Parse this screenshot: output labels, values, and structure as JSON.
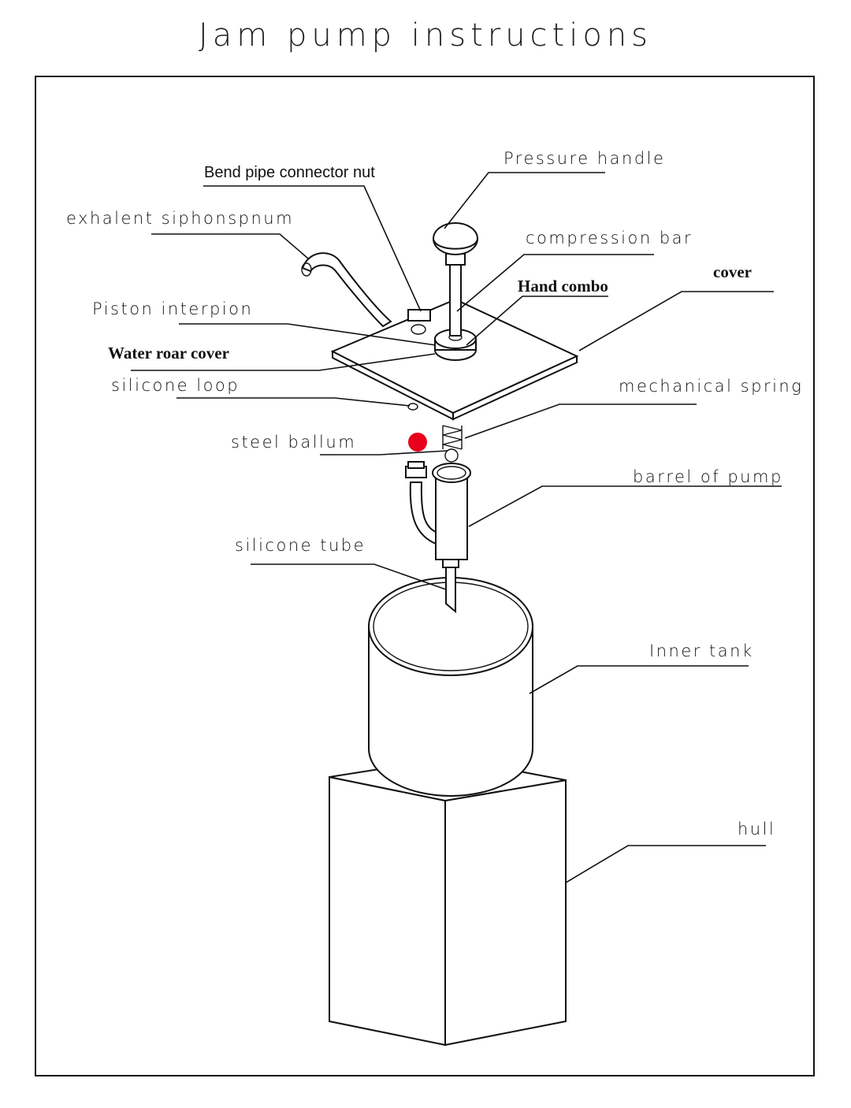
{
  "title": "Jam pump instructions",
  "labels": {
    "pressure_handle": "Pressure handle",
    "bend_pipe_nut": "Bend pipe connector nut",
    "exhalent_siphon": "exhalent siphonspnum",
    "compression_bar": "compression bar",
    "hand_combo": "Hand combo",
    "cover": "cover",
    "piston_interpion": "Piston interpion",
    "water_roar_cover": "Water roar cover",
    "silicone_loop": "silicone loop",
    "mechanical_spring": "mechanical spring",
    "steel_ballum": "steel ballum",
    "barrel_of_pump": "barrel of pump",
    "silicone_tube": "silicone tube",
    "inner_tank": "Inner tank",
    "hull": "hull"
  },
  "colors": {
    "line": "#111111",
    "steel_ball": "#e8001c"
  }
}
